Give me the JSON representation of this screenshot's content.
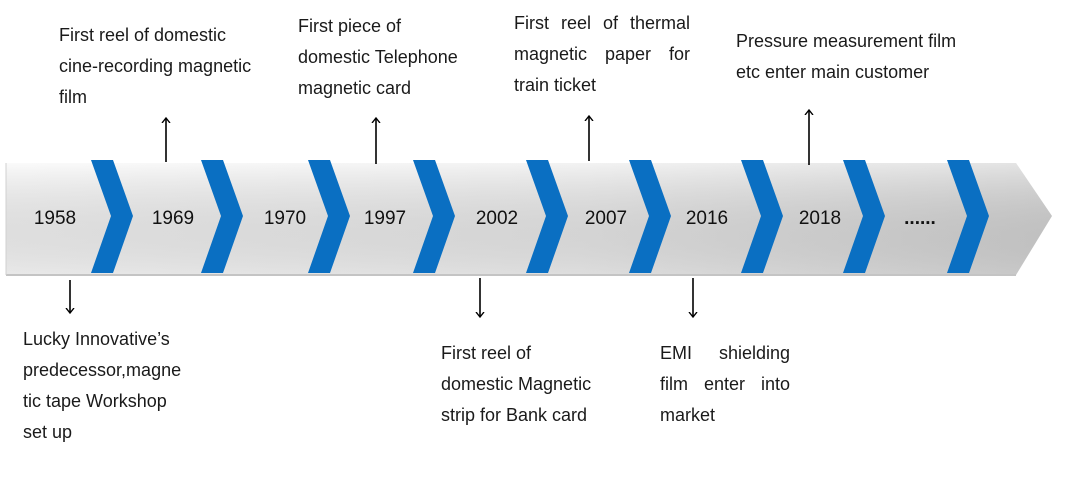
{
  "timeline": {
    "years": [
      "1958",
      "1969",
      "1970",
      "1997",
      "2002",
      "2007",
      "2016",
      "2018",
      "......"
    ],
    "colors": {
      "chevron": "#0a6fc2",
      "band_light": "#f6f6f6",
      "band_dark": "#d3d3d3",
      "arrow": "#000000"
    }
  },
  "events_top": [
    {
      "lines": [
        "First reel of domestic",
        "cine-recording magnetic",
        "film"
      ]
    },
    {
      "lines": [
        "First piece of",
        "domestic Telephone",
        "magnetic card"
      ]
    },
    {
      "lines": [
        "First reel of thermal",
        "magnetic paper for",
        "train ticket"
      ]
    },
    {
      "lines": [
        "Pressure measurement film",
        "etc enter main customer"
      ]
    }
  ],
  "events_bottom": [
    {
      "lines": [
        "Lucky Innovative’s",
        "predecessor,magne",
        "tic tape Workshop",
        "set up"
      ]
    },
    {
      "lines": [
        "First reel of",
        "domestic Magnetic",
        "strip for Bank card"
      ]
    },
    {
      "lines": [
        "EMI shielding",
        "film enter into",
        "market"
      ]
    }
  ]
}
